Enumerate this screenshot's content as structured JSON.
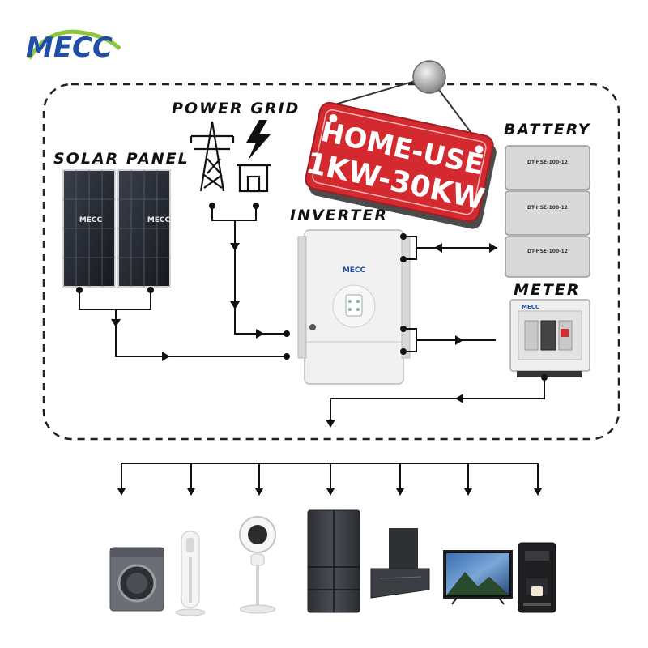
{
  "brand": {
    "logo_text": "MECC"
  },
  "colors": {
    "accent_red": "#d42a2f",
    "brand_blue": "#1f4fa6",
    "line": "#111111",
    "border_dash": "#222222"
  },
  "system": {
    "solar_label": "SOLAR PANEL",
    "grid_label": "POWER GRID",
    "inverter_label": "INVERTER",
    "battery_label": "BATTERY",
    "meter_label": "METER",
    "sign_line1": "HOME-USE",
    "sign_line2": "1KW-30KW",
    "panel_brand": "MECC",
    "inverter_brand": "MECC",
    "meter_brand": "MECC",
    "battery_model": "DT-HSE-100-12"
  },
  "appliances": [
    {
      "name": "washing-machine",
      "icon": "washing-machine-icon"
    },
    {
      "name": "tower-fan",
      "icon": "tower-fan-icon"
    },
    {
      "name": "standing-fan",
      "icon": "standing-fan-icon"
    },
    {
      "name": "refrigerator",
      "icon": "refrigerator-icon"
    },
    {
      "name": "range-hood",
      "icon": "range-hood-icon"
    },
    {
      "name": "television",
      "icon": "television-icon"
    },
    {
      "name": "coffee-machine",
      "icon": "coffee-machine-icon"
    }
  ]
}
